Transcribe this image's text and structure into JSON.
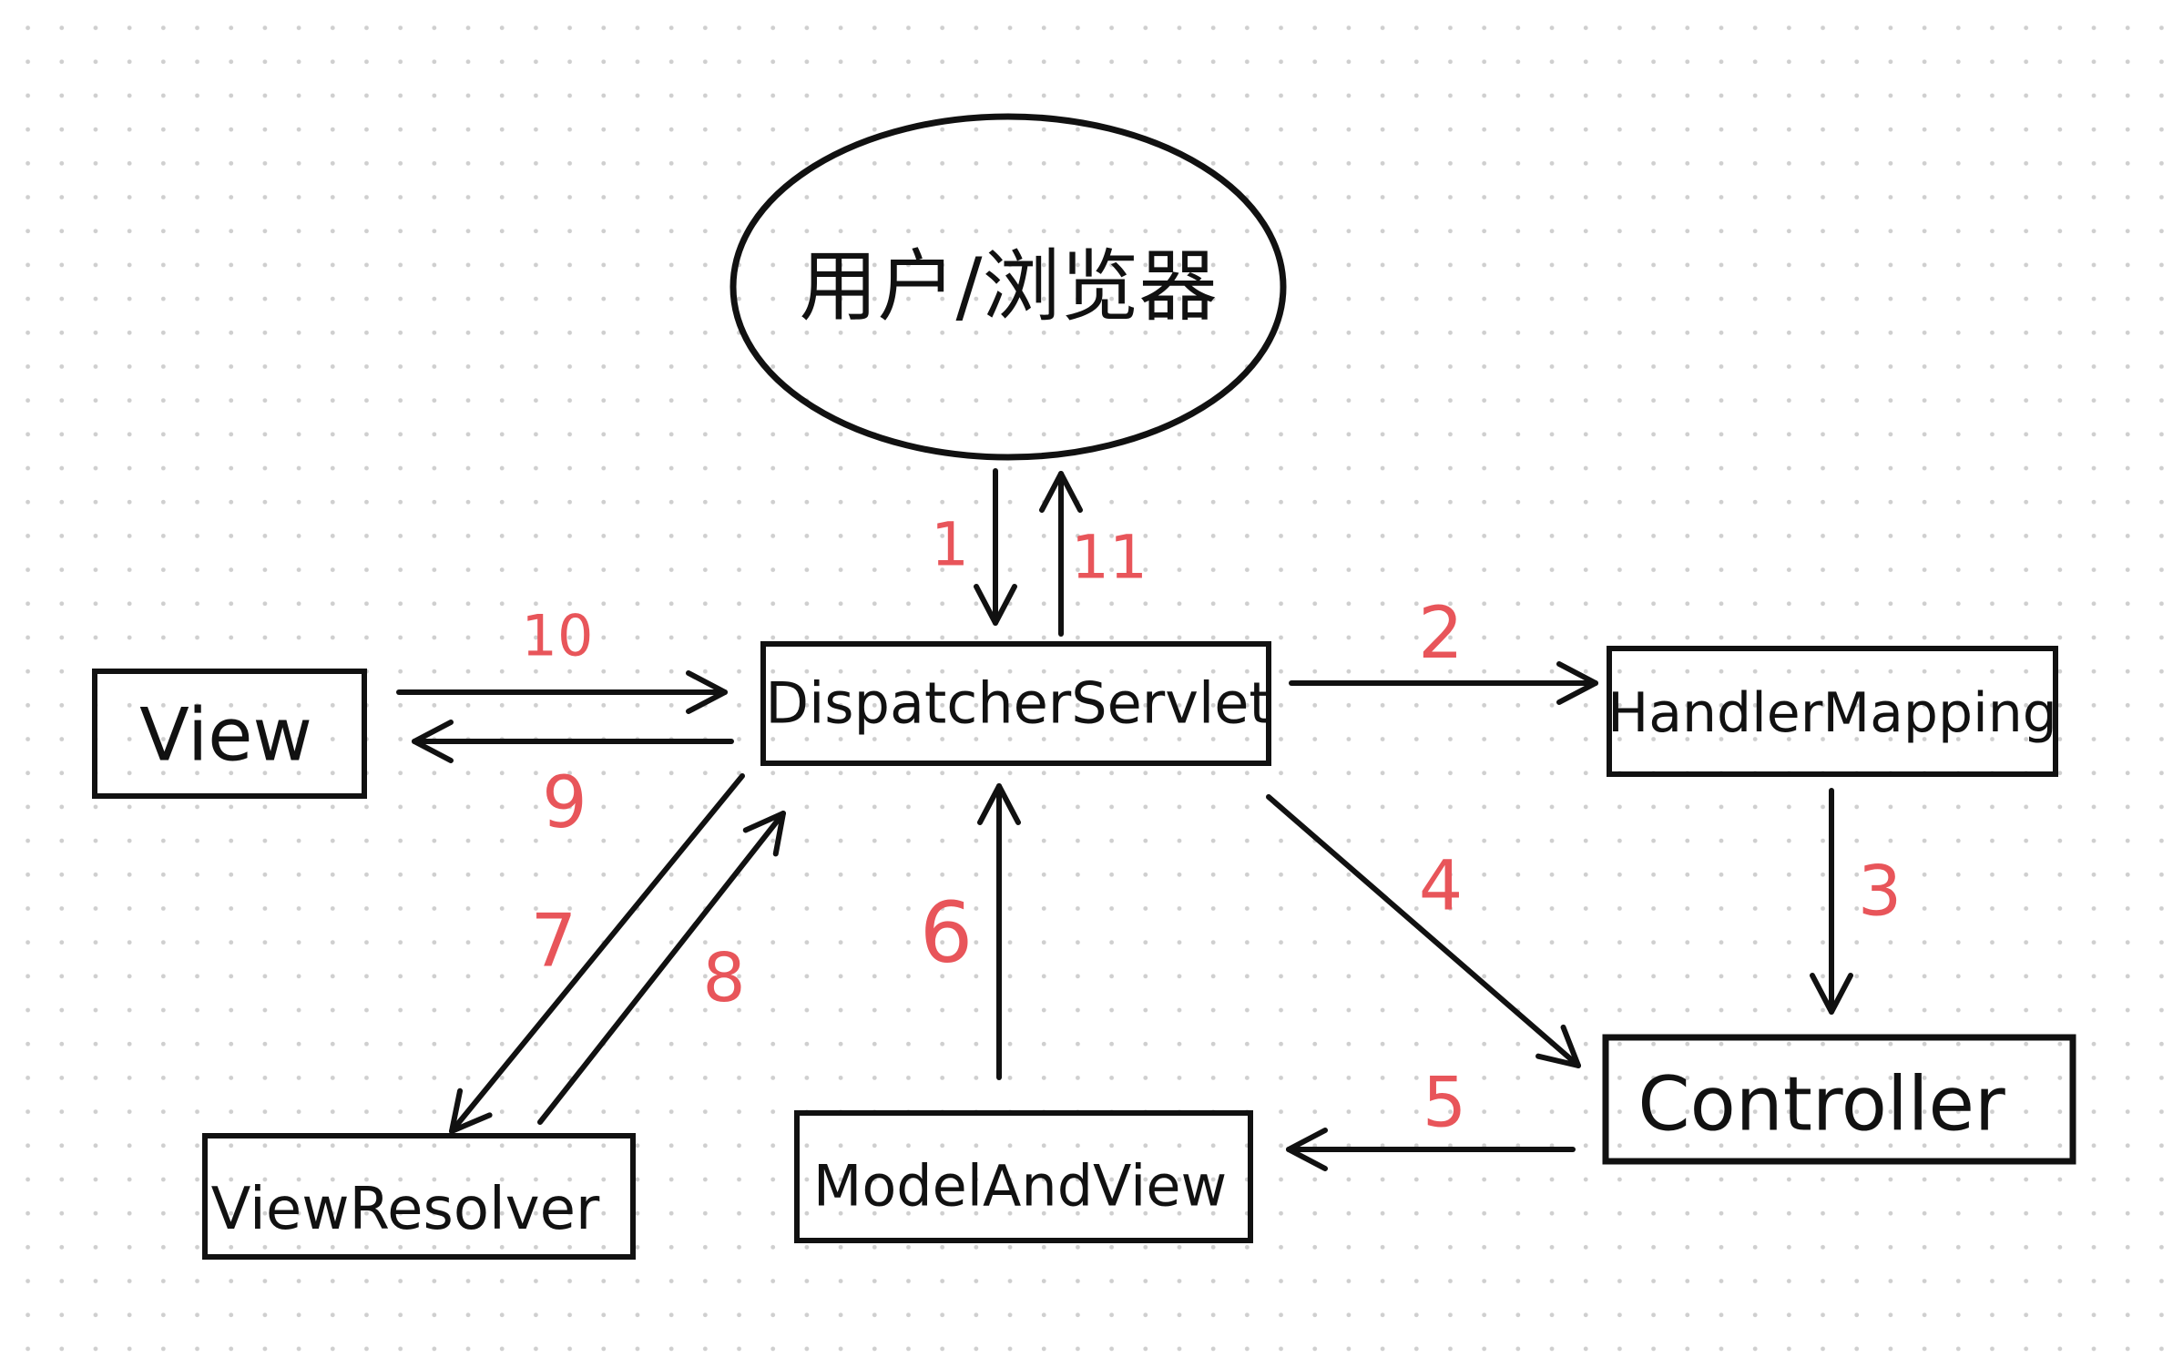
{
  "nodes": {
    "user_browser": "用户/浏览器",
    "dispatcher_servlet": "DispatcherServlet",
    "view": "View",
    "handler_mapping": "HandlerMapping",
    "controller": "Controller",
    "model_and_view": "ModelAndView",
    "view_resolver": "ViewResolver"
  },
  "steps": {
    "s1": "1",
    "s2": "2",
    "s3": "3",
    "s4": "4",
    "s5": "5",
    "s6": "6",
    "s7": "7",
    "s8": "8",
    "s9": "9",
    "s10": "10",
    "s11": "11"
  },
  "colors": {
    "line": "#111111",
    "step_label": "#e8555a"
  }
}
